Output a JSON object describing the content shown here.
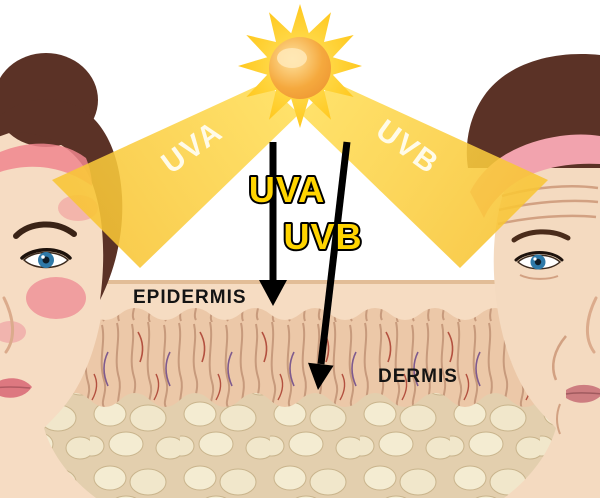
{
  "figure": {
    "type": "diagram",
    "description": "UVA and UVB rays from the sun penetrating epidermis and dermis skin layers, shown between a sunburned face and an aged wrinkled face"
  },
  "sun": {
    "icon": "sun-icon"
  },
  "beams": {
    "left": {
      "label": "UVA"
    },
    "right": {
      "label": "UVB"
    }
  },
  "rays": {
    "uva": {
      "label": "UVA"
    },
    "uvb": {
      "label": "UVB"
    }
  },
  "skin": {
    "epidermis": {
      "label": "EPIDERMIS"
    },
    "dermis": {
      "label": "DERMIS"
    }
  },
  "colors": {
    "background": "#ffffff",
    "sun_core": "#f2a741",
    "sun_star": "#ffcf1f",
    "beam_yellow": "#fccf3a",
    "label_yellow": "#ffd400",
    "label_outline": "#000000",
    "arrow_black": "#000000",
    "epidermis": "#f6dcc2",
    "dermis": "#ebc6a6",
    "hypodermis": "#e4d0af",
    "face_skin": "#f6dcc3",
    "hair_brown": "#5b3226",
    "sunburn_pink": "#f0868e",
    "headband_pink": "#f2a3ae",
    "eye_blue": "#2e79a8"
  }
}
